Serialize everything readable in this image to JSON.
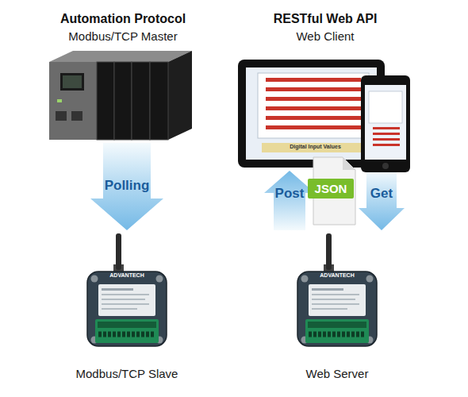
{
  "diagram": {
    "nodes": [
      {
        "text": [
          "Automation Protocol",
          "Modbus/TCP Master"
        ]
      },
      {
        "text": [
          "RESTful Web API",
          "Web Client"
        ]
      },
      {
        "text": [
          "JSON"
        ]
      },
      {
        "text": [
          "Modbus/TCP Slave"
        ]
      },
      {
        "text": [
          "Web Server"
        ]
      }
    ],
    "edges": [
      {
        "from": 0,
        "to": 3,
        "label": "Polling",
        "arrow": "to"
      },
      {
        "from": 4,
        "to": 1,
        "label": "Post",
        "arrow": "to"
      },
      {
        "from": 1,
        "to": 4,
        "label": "Get",
        "arrow": "to"
      }
    ],
    "labels": [
      "Digital Input Values",
      "ADVANTECH",
      "ADVANTECH"
    ]
  }
}
